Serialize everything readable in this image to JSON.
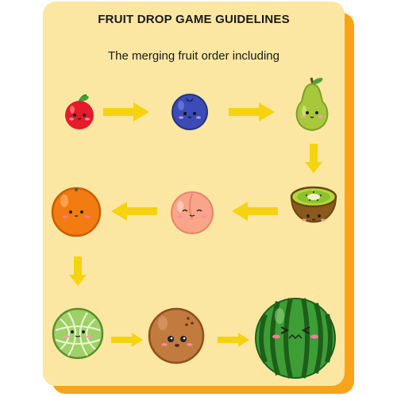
{
  "game": {
    "title": "FRUIT DROP GAME GUIDELINES",
    "subtitle": "The merging fruit order including"
  },
  "fruits": [
    {
      "name": "cherry",
      "color": "#e51b2b"
    },
    {
      "name": "blueberry",
      "color": "#3b4bb8"
    },
    {
      "name": "pear",
      "color": "#a7c83a"
    },
    {
      "name": "kiwi",
      "color": "#8a5a1c"
    },
    {
      "name": "peach",
      "color": "#f9a58a"
    },
    {
      "name": "orange",
      "color": "#f27c12"
    },
    {
      "name": "melon",
      "color": "#9fd06a"
    },
    {
      "name": "coconut",
      "color": "#c27b3f"
    },
    {
      "name": "watermelon",
      "color": "#2e8b2e"
    }
  ],
  "colors": {
    "card_background": "#fbe7a1",
    "card_shadow": "#f7a418",
    "arrow": "#f5d30f"
  }
}
